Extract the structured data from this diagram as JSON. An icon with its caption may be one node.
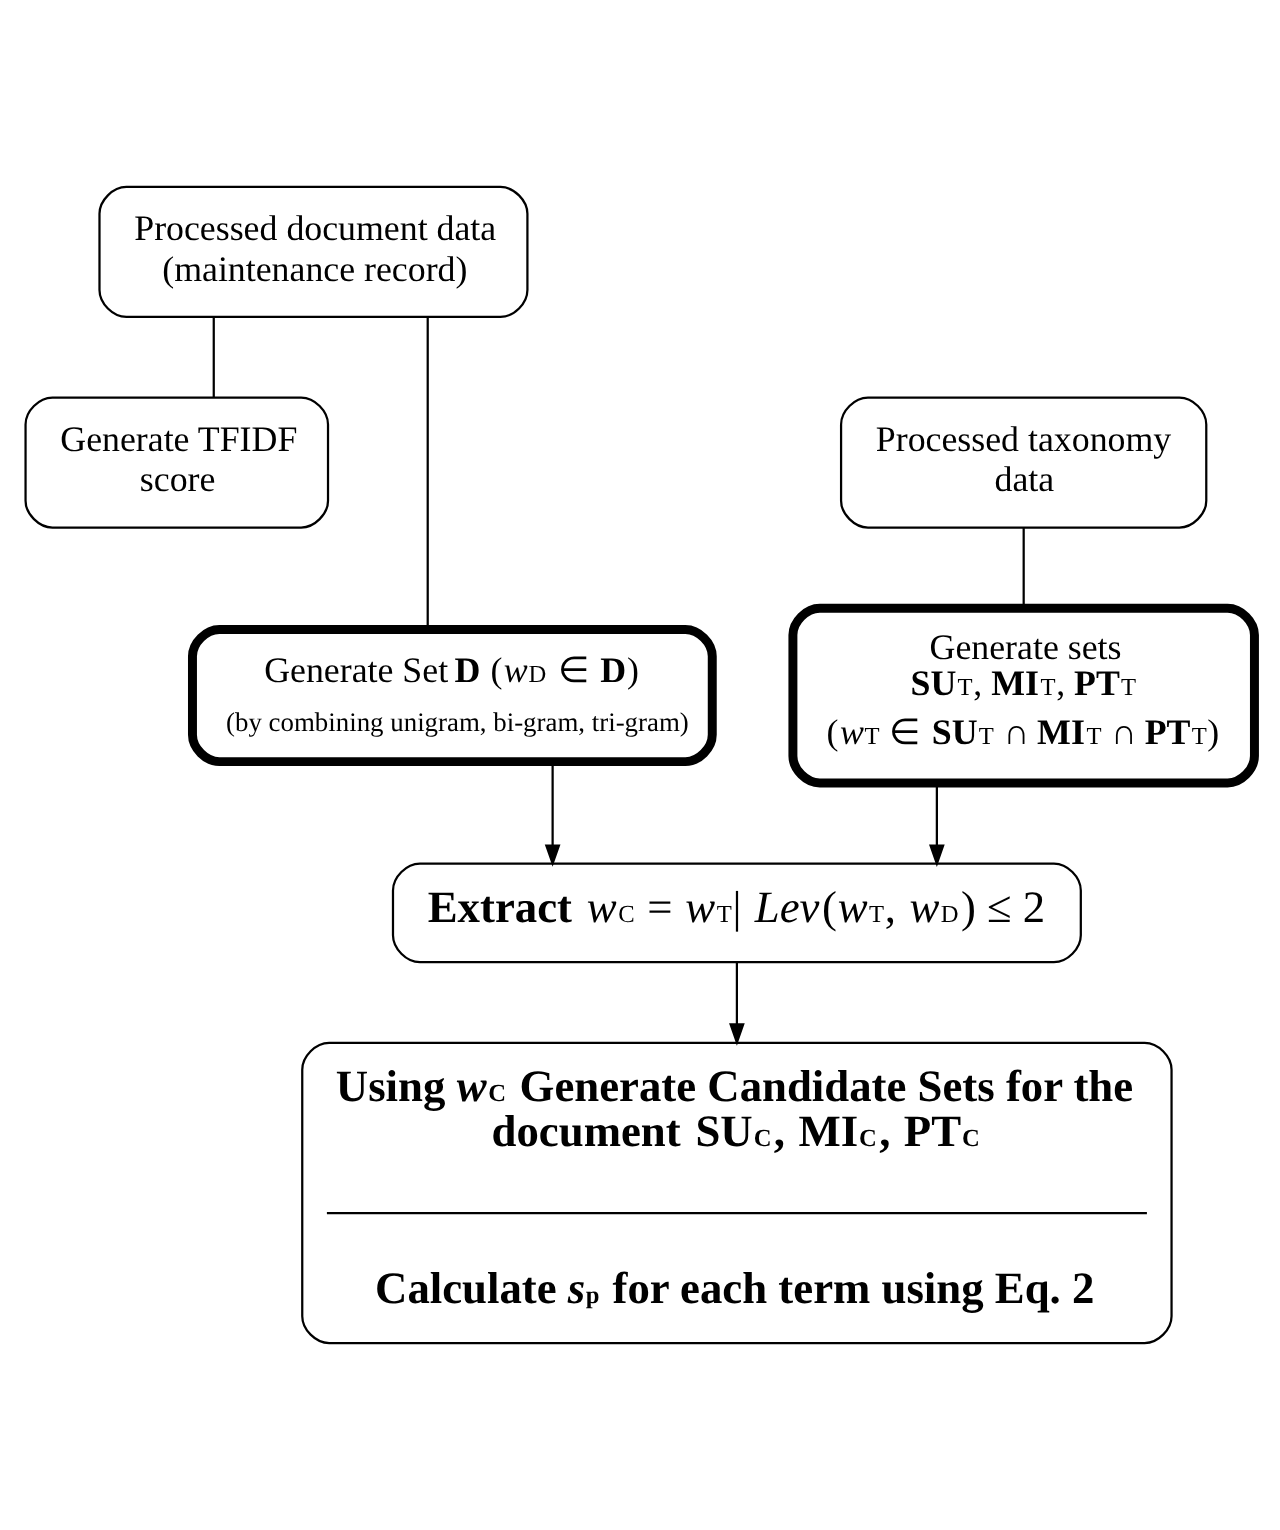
{
  "diagram": {
    "nodes": [
      {
        "text": [
          "Processed document data (maintenance record)"
        ]
      },
      {
        "text": [
          "Generate TFIDF score"
        ]
      },
      {
        "text": [
          "Generate Set **D** (*w*$_{D}$ ∈ **D**)",
          "(by combining unigram, bi-gram, tri-gram)"
        ]
      },
      {
        "text": [
          "Processed taxonomy data"
        ]
      },
      {
        "text": [
          "Generate sets **SU**$_{T}$, **MI**$_{T}$, **PT**$_{T}$",
          "(*w*$_{T}$ ∈ **SU**$_{T}$ ∩ **MI**$_{T}$ ∩ **PT**$_{T}$)"
        ]
      },
      {
        "text": [
          "**Extract** *w*$_{C}$ = *w*$_{T}$| *Lev*(*w*$_{T}$, *w*$_{D}$) ≤ 2"
        ]
      },
      {
        "text": [
          "Using *w*$_{C}$ Generate Candidate Sets for the document **SU**$_{C}$, **MI**$_{C}$, **PT**$_{C}$",
          "Calculate *s*$_{p}$ for each term using Eq. 2"
        ]
      }
    ],
    "edges": [
      {
        "from": 0,
        "to": 1,
        "arrow": "none"
      },
      {
        "from": 0,
        "to": 2,
        "arrow": "none"
      },
      {
        "from": 3,
        "to": 4,
        "arrow": "none"
      },
      {
        "from": 2,
        "to": 5,
        "arrow": "to"
      },
      {
        "from": 4,
        "to": 5,
        "arrow": "to"
      },
      {
        "from": 5,
        "to": 6,
        "arrow": "to"
      }
    ]
  }
}
